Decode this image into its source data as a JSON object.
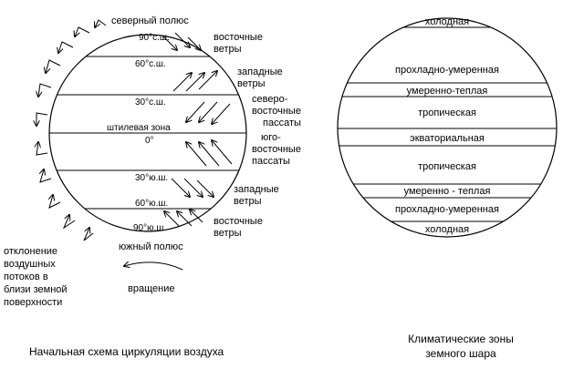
{
  "left_diagram": {
    "north_pole": "северный полюс",
    "south_pole": "южный полюс",
    "calm_zone": "штилевая зона",
    "lat_90n": "90°с.ш.",
    "lat_60n": "60°с.ш.",
    "lat_30n": "30°с.ш.",
    "lat_0": "0°",
    "lat_30s": "30°ю.ш.",
    "lat_60s": "60°ю.ш.",
    "lat_90s": "90°ю.ш.",
    "winds": {
      "east_n_1": "восточные",
      "east_n_2": "ветры",
      "west_n_1": "западные",
      "west_n_2": "ветры",
      "ne_1": "северо-",
      "ne_2": "восточные",
      "ne_3": "пассаты",
      "se_1": "юго-",
      "se_2": "восточные",
      "se_3": "пассаты",
      "west_s_1": "западные",
      "west_s_2": "ветры",
      "east_s_1": "восточные",
      "east_s_2": "ветры"
    },
    "deviation": [
      "отклонение",
      "воздушных",
      "потоков в",
      "близи земной",
      "поверхности"
    ],
    "rotation": "вращение",
    "caption": "Начальная схема циркуляции воздуха"
  },
  "right_diagram": {
    "zones": {
      "cold_n": "холодная",
      "cool_temp_n": "прохладно-умеренная",
      "warm_temp_n": "умеренно-теплая",
      "tropic_n": "тропическая",
      "equatorial": "экваториальная",
      "tropic_s": "тропическая",
      "warm_temp_s": "умеренно - теплая",
      "cool_temp_s": "прохладно-умеренная",
      "cold_s": "холодная"
    },
    "caption_1": "Климатические зоны",
    "caption_2": "земного шара"
  }
}
